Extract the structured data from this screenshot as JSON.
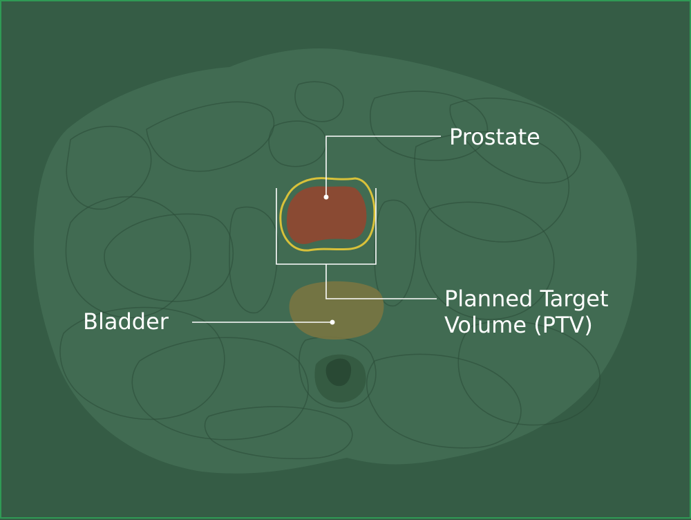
{
  "labels": {
    "prostate": "Prostate",
    "ptv_line1": "Planned Target",
    "ptv_line2": "Volume (PTV)",
    "bladder": "Bladder"
  },
  "colors": {
    "background": "#355c45",
    "body_outline": "#416b52",
    "prostate_fill": "#8a4a33",
    "ptv_outline": "#d8c13a",
    "bladder_fill": "#7c7541",
    "leader_line": "#ffffff"
  }
}
